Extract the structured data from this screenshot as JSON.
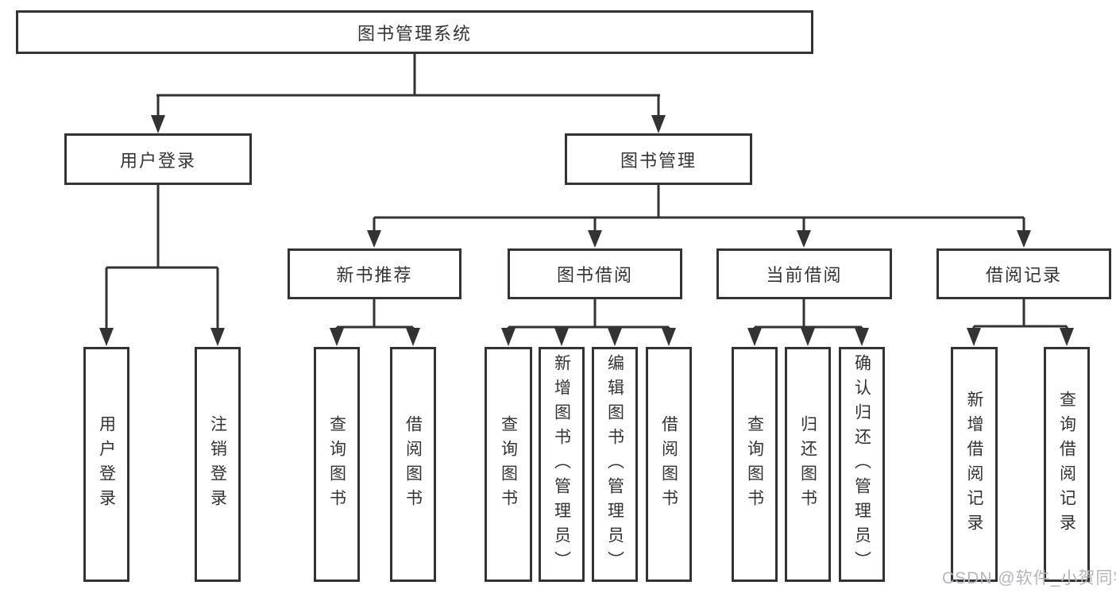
{
  "diagram": {
    "title": "图书管理系统",
    "branches": [
      {
        "label": "用户登录",
        "leaves": [
          {
            "label": "用户登录"
          },
          {
            "label": "注销登录"
          }
        ]
      },
      {
        "label": "图书管理",
        "groups": [
          {
            "label": "新书推荐",
            "leaves": [
              {
                "label": "查询图书"
              },
              {
                "label": "借阅图书"
              }
            ]
          },
          {
            "label": "图书借阅",
            "leaves": [
              {
                "label": "查询图书"
              },
              {
                "label": "新增图书（管理员）"
              },
              {
                "label": "编辑图书（管理员）"
              },
              {
                "label": "借阅图书"
              }
            ]
          },
          {
            "label": "当前借阅",
            "leaves": [
              {
                "label": "查询图书"
              },
              {
                "label": "归还图书"
              },
              {
                "label": "确认归还（管理员）"
              }
            ]
          },
          {
            "label": "借阅记录",
            "leaves": [
              {
                "label": "新增借阅记录"
              },
              {
                "label": "查询借阅记录"
              }
            ]
          }
        ]
      }
    ]
  },
  "watermark": {
    "text": "CSDN @软件_小贺同学"
  },
  "colors": {
    "line": "#333333",
    "text": "#333333",
    "background": "#ffffff",
    "watermark": "#b5b5b9"
  }
}
